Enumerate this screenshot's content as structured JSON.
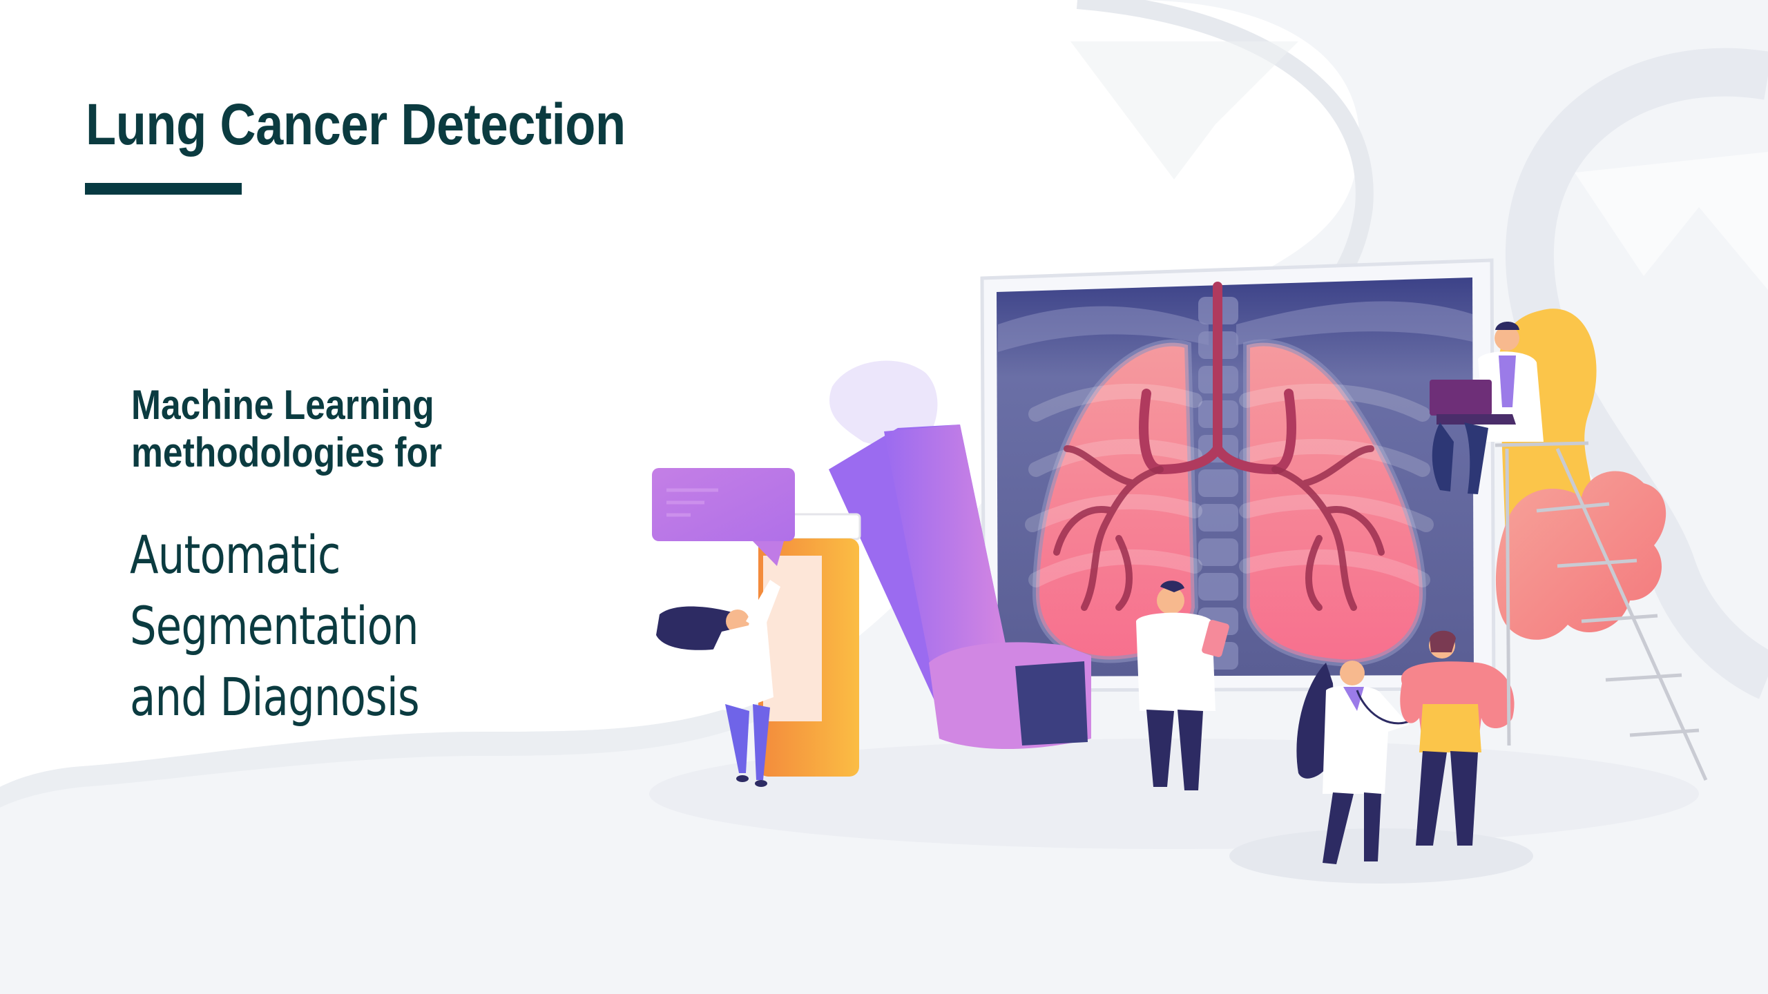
{
  "slide": {
    "title": "Lung Cancer Detection",
    "lead_lines": [
      "Machine Learning",
      "methodologies for"
    ],
    "headline_lines": [
      "Automatic",
      "Segmentation",
      "and Diagnosis"
    ]
  },
  "colors": {
    "text": "#0b3b40",
    "accent_bar": "#073a42",
    "background": "#f3f5f8",
    "panel": "#ffffff",
    "xray_screen": "#5a5f9c",
    "lung": "#f7788f",
    "inhaler": "#c77fe0",
    "pill_bottle": "#f7a23a",
    "cloud_yellow": "#fbc54a",
    "cloud_pink": "#f88a84"
  },
  "illustration": {
    "icons": [
      "xray-monitor-icon",
      "lungs-icon",
      "inhaler-icon",
      "pill-bottle-icon",
      "speech-bubble-icon",
      "doctor-with-tablet-icon",
      "doctor-with-stethoscope-icon",
      "patient-icon",
      "doctor-with-laptop-icon",
      "ladder-icon",
      "woman-doctor-icon"
    ]
  }
}
